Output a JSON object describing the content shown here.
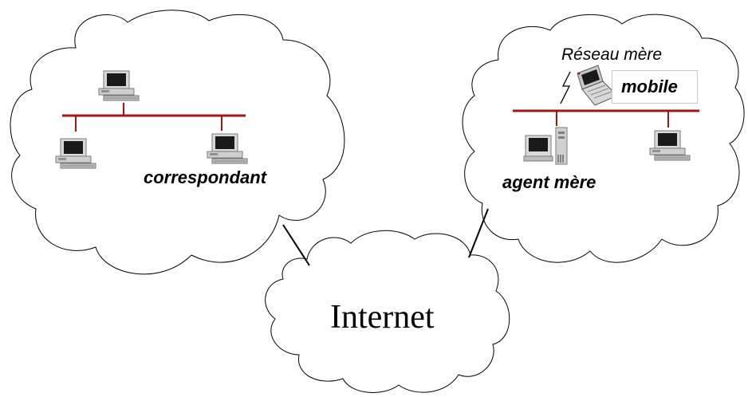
{
  "diagram": {
    "labels": {
      "correspondant": "correspondant",
      "home_network": "Réseau mère",
      "mobile": "mobile",
      "home_agent": "agent mère",
      "internet": "Internet"
    },
    "icons": {
      "desktop": "desktop-computer-icon",
      "tower": "tower-computer-icon",
      "laptop": "laptop-icon",
      "wireless": "lightning-link-icon"
    },
    "colors": {
      "lan": "#a31515",
      "outline": "#000000"
    }
  }
}
